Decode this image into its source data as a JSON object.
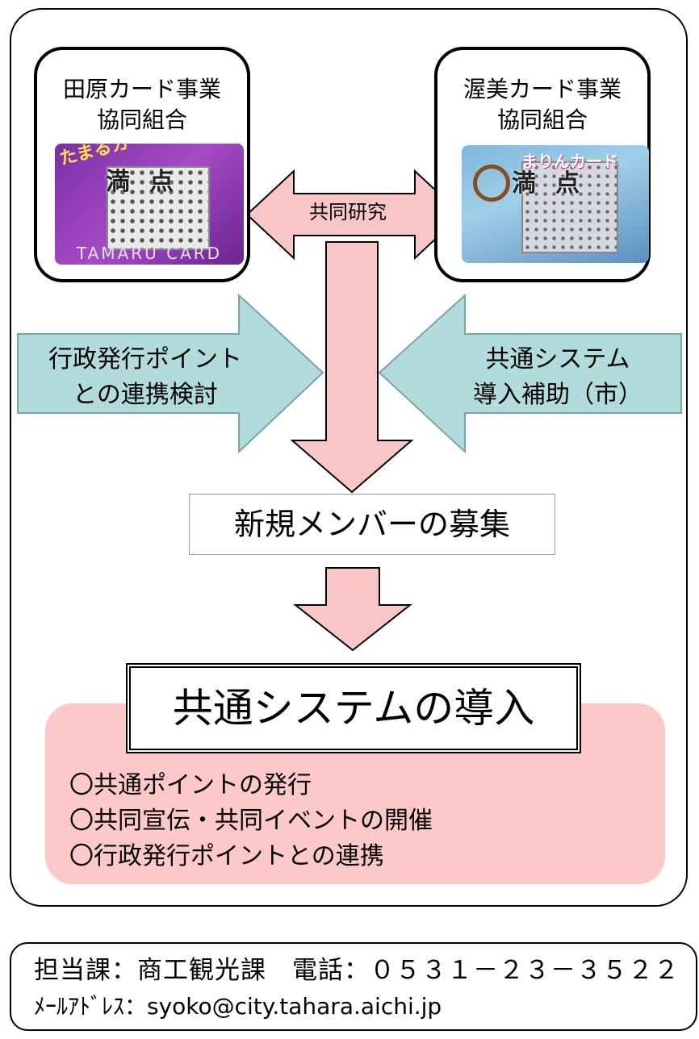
{
  "left_coop": {
    "name_line1": "田原カード事業",
    "name_line2": "協同組合",
    "card_title": "たまるカード",
    "card_center": "満点",
    "card_brand": "TAMARU CARD"
  },
  "right_coop": {
    "name_line1": "渥美カード事業",
    "name_line2": "協同組合",
    "card_title": "まりんカード",
    "card_center": "満点"
  },
  "flow": {
    "joint_research": "共同研究",
    "left_input_line1": "行政発行ポイント",
    "left_input_line2": "との連携検討",
    "right_input_line1": "共通システム",
    "right_input_line2": "導入補助（市）",
    "recruit": "新規メンバーの募集",
    "introduction": "共通システムの導入"
  },
  "bullets": [
    "〇共通ポイントの発行",
    "〇共同宣伝・共同イベントの開催",
    "〇行政発行ポイントとの連携"
  ],
  "contact": {
    "line1": "担当課：商工観光課　電話：０５３１－２３－３５２２",
    "line2": "ﾒｰﾙｱﾄﾞﾚｽ：syoko@city.tahara.aichi.jp"
  },
  "colors": {
    "pink_arrow": "#f8c6c6",
    "teal_arrow": "#b2dcdc",
    "panel_pink": "#fdc8c8"
  }
}
